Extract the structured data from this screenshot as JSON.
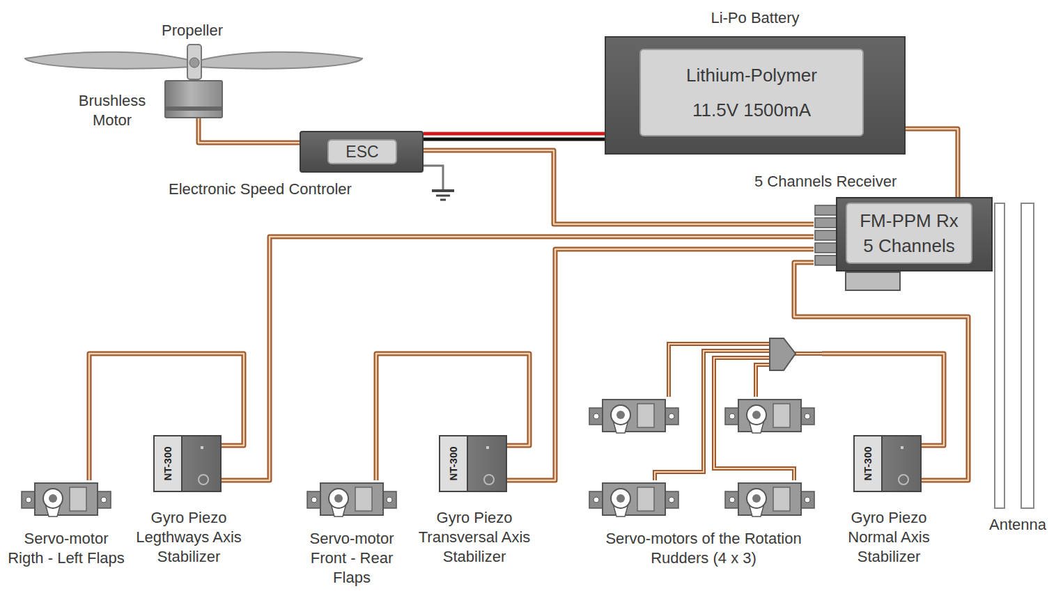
{
  "diagram": {
    "nodes": [
      {
        "text": [
          "Brushless Motor"
        ]
      },
      {
        "text": [
          "ESC",
          "Electronic Speed Controler"
        ]
      },
      {
        "text": [
          "Li-Po Battery",
          "Lithium-Polymer 11.5V 1500mA"
        ]
      },
      {
        "text": [
          "5 Channels Receiver",
          "FM-PPM Rx 5 Channels"
        ]
      },
      {
        "text": [
          "Servo-motor Rigth - Left Flaps"
        ]
      },
      {
        "text": [
          "NT-300",
          "Gyro Piezo Legthways Axis Stabilizer"
        ]
      },
      {
        "text": [
          "Servo-motor Front - Rear Flaps"
        ]
      },
      {
        "text": [
          "NT-300",
          "Gyro Piezo Transversal Axis Stabilizer"
        ]
      },
      {
        "text": [
          "Servo-motors of the Rotation Rudders (4 x 3)"
        ]
      },
      {
        "text": [
          "NT-300",
          "Gyro Piezo Normal Axis Stabilizer"
        ]
      }
    ],
    "edges": [
      {
        "from": 2,
        "to": 1,
        "arrow": "none"
      },
      {
        "from": 1,
        "to": 0,
        "arrow": "none"
      },
      {
        "from": 2,
        "to": 3,
        "arrow": "none"
      },
      {
        "from": 1,
        "to": 3,
        "arrow": "none"
      },
      {
        "from": 3,
        "to": 5,
        "arrow": "none"
      },
      {
        "from": 5,
        "to": 4,
        "arrow": "none"
      },
      {
        "from": 3,
        "to": 7,
        "arrow": "none"
      },
      {
        "from": 7,
        "to": 6,
        "arrow": "none"
      },
      {
        "from": 3,
        "to": 9,
        "arrow": "none"
      },
      {
        "from": 9,
        "to": 8,
        "arrow": "none"
      }
    ],
    "labels": [
      "Propeller",
      "Antenna"
    ]
  }
}
